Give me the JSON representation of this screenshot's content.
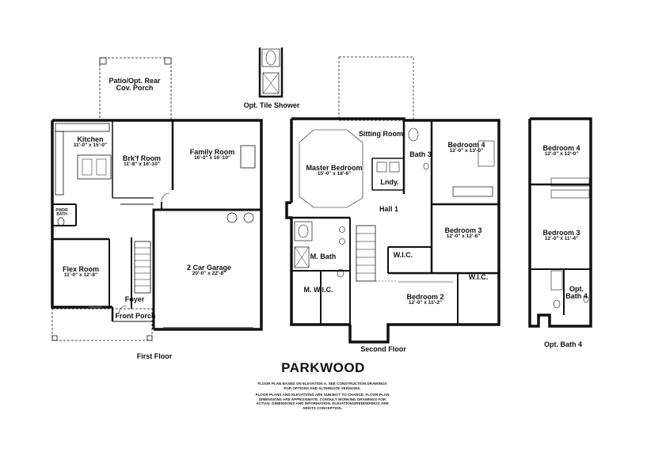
{
  "title": "PARKWOOD",
  "floors": {
    "first": {
      "caption": "First Floor",
      "rooms": {
        "patio": {
          "name": "Patio/Opt. Rear Cov. Porch"
        },
        "kitchen": {
          "name": "Kitchen",
          "dims": "11'-0\" x 15'-0\""
        },
        "brkf": {
          "name": "Brk'f Room",
          "dims": "11'-8\" x 16'-10\""
        },
        "family": {
          "name": "Family Room",
          "dims": "16'-0\" x 16'-10\""
        },
        "powder": {
          "name": "PWDR",
          "dims": "BATH"
        },
        "flex": {
          "name": "Flex Room",
          "dims": "11'-0\" x 12'-8\""
        },
        "garage": {
          "name": "2 Car Garage",
          "dims": "20'-0\" x 22'-8\""
        },
        "foyer": {
          "name": "Foyer"
        },
        "porch": {
          "name": "Front Porch"
        }
      }
    },
    "shower": {
      "caption": "Opt. Tile Shower"
    },
    "second": {
      "caption": "Second Floor",
      "rooms": {
        "master": {
          "name": "Master Bedroom",
          "dims": "15'-0\" x 18'-6\""
        },
        "sitting": {
          "name": "Sitting Room"
        },
        "bed4": {
          "name": "Bedroom 4",
          "dims": "12'-0\" x 13'-0\""
        },
        "bath3": {
          "name": "Bath 3"
        },
        "lndy": {
          "name": "Lndy."
        },
        "hall": {
          "name": "Hall 1"
        },
        "bed3": {
          "name": "Bedroom 3",
          "dims": "12'-0\" x 12'-8\""
        },
        "mbath": {
          "name": "M. Bath"
        },
        "wic": {
          "name": "W.I.C."
        },
        "mwic": {
          "name": "M. W.I.C."
        },
        "wic2": {
          "name": "W.I.C."
        },
        "bed2": {
          "name": "Bedroom 2",
          "dims": "12'-0\" x 11'-2\""
        }
      }
    },
    "optbath": {
      "caption": "Opt. Bath 4",
      "rooms": {
        "bed4": {
          "name": "Bedroom 4",
          "dims": "12'-0\" x 12'-0\""
        },
        "bed3": {
          "name": "Bedroom 3",
          "dims": "12'-0\" x 11'-4\""
        },
        "bath4": {
          "name": "Opt. Bath 4"
        }
      }
    }
  },
  "notes": {
    "line1": "FLOOR PLAN BASED ON ELEVATION A. SEE CONSTRUCTION DRAWINGS FOR OPTIONS AND ALTERNATE VERSIONS.",
    "line2": "FLOOR PLANS AND ELEVATIONS ARE SUBJECT TO CHANGE. FLOOR PLAN DIMENSIONS ARE APPROXIMATE. CONSULT WORKING DRAWINGS FOR ACTUAL DIMENSIONS AND INFORMATION. ELEVATIONS/RENDERINGS ARE ARISTS CONCEPTION."
  }
}
